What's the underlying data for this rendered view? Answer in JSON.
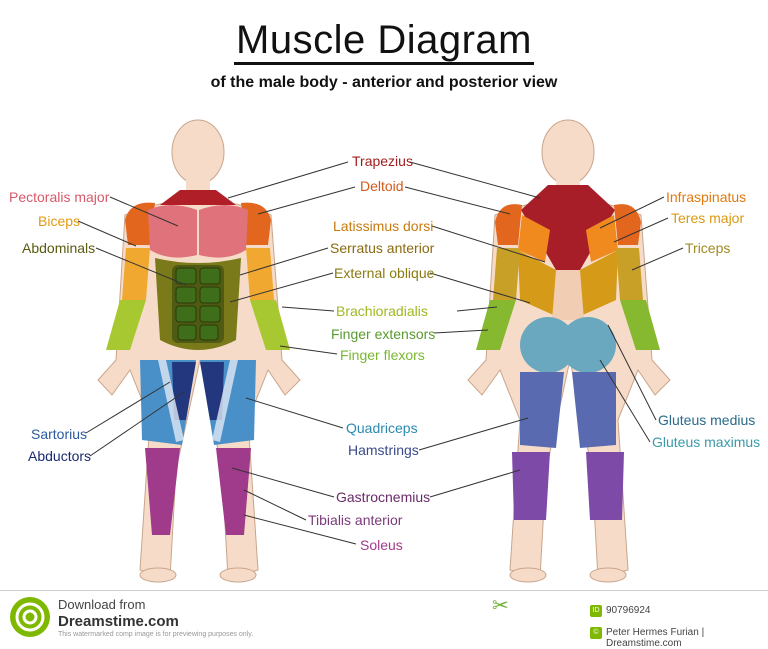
{
  "header": {
    "title": "Muscle Diagram",
    "subtitle": "of the male body - anterior and posterior view"
  },
  "labels": [
    {
      "id": "trapezius",
      "text": "Trapezius",
      "color": "#a01e1e"
    },
    {
      "id": "deltoid",
      "text": "Deltoid",
      "color": "#d45a1c"
    },
    {
      "id": "pectoralis-major",
      "text": "Pectoralis major",
      "color": "#d65a6a"
    },
    {
      "id": "biceps",
      "text": "Biceps",
      "color": "#e39a12"
    },
    {
      "id": "abdominals",
      "text": "Abdominals",
      "color": "#5a5a10"
    },
    {
      "id": "latissimus-dorsi",
      "text": "Latissimus dorsi",
      "color": "#c87a10"
    },
    {
      "id": "serratus-anterior",
      "text": "Serratus anterior",
      "color": "#8a6a10"
    },
    {
      "id": "external-oblique",
      "text": "External oblique",
      "color": "#8a7a10"
    },
    {
      "id": "brachioradialis",
      "text": "Brachioradialis",
      "color": "#a0b820"
    },
    {
      "id": "finger-extensors",
      "text": "Finger extensors",
      "color": "#5a9a30"
    },
    {
      "id": "finger-flexors",
      "text": "Finger flexors",
      "color": "#7ab830"
    },
    {
      "id": "infraspinatus",
      "text": "Infraspinatus",
      "color": "#e07a10"
    },
    {
      "id": "teres-major",
      "text": "Teres major",
      "color": "#d89a10"
    },
    {
      "id": "triceps",
      "text": "Triceps",
      "color": "#a08a20"
    },
    {
      "id": "sartorius",
      "text": "Sartorius",
      "color": "#2a5aa0"
    },
    {
      "id": "abductors",
      "text": "Abductors",
      "color": "#1a2a70"
    },
    {
      "id": "quadriceps",
      "text": "Quadriceps",
      "color": "#2a8ab0"
    },
    {
      "id": "hamstrings",
      "text": "Hamstrings",
      "color": "#3a4a8a"
    },
    {
      "id": "gluteus-medius",
      "text": "Gluteus medius",
      "color": "#2a6a8a"
    },
    {
      "id": "gluteus-maximus",
      "text": "Gluteus maximus",
      "color": "#3a9aaa"
    },
    {
      "id": "gastrocnemius",
      "text": "Gastrocnemius",
      "color": "#6a2a6a"
    },
    {
      "id": "tibialis-anterior",
      "text": "Tibialis anterior",
      "color": "#7a3a7a"
    },
    {
      "id": "soleus",
      "text": "Soleus",
      "color": "#a03a8a"
    }
  ],
  "footer": {
    "download": "Download from",
    "site": "Dreamstime.com",
    "watermark_note": "This watermarked comp image is for previewing purposes only.",
    "image_id": "90796924",
    "credit": "Peter Hermes Furian | Dreamstime.com",
    "badge": "ID"
  }
}
